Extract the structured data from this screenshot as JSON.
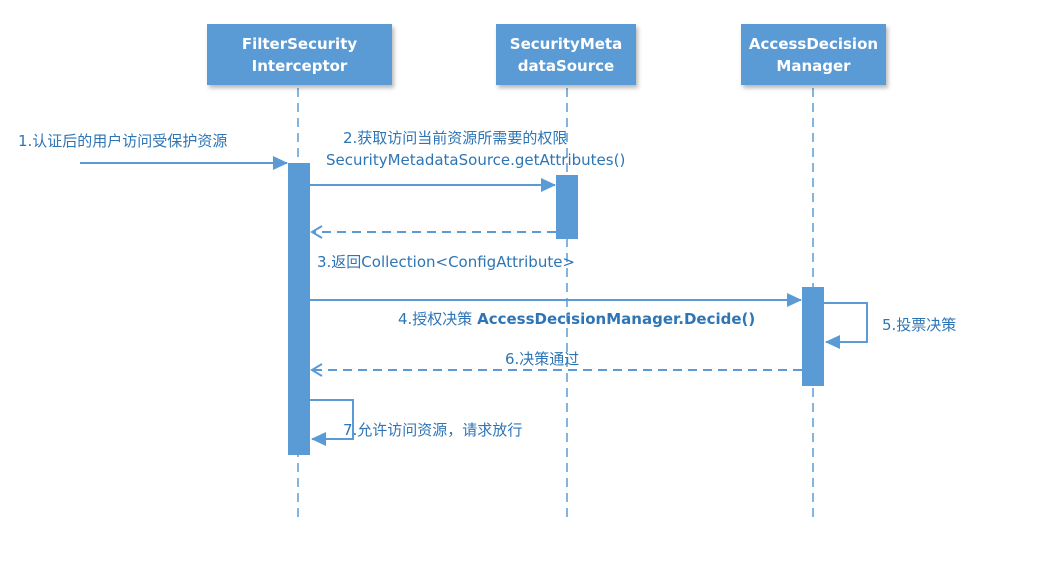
{
  "participants": [
    {
      "line1": "FilterSecurity",
      "line2": "Interceptor"
    },
    {
      "line1": "SecurityMeta",
      "line2": "dataSource"
    },
    {
      "line1": "AccessDecision",
      "line2": "Manager"
    }
  ],
  "messages": {
    "m1": "1.认证后的用户访问受保护资源",
    "m2_line1": "2.获取访问当前资源所需要的权限",
    "m2_line2": "SecurityMetadataSource.getAttributes()",
    "m3": "3.返回Collection<ConfigAttribute>",
    "m4_prefix": "4.授权决策 ",
    "m4_call": "AccessDecisionManager.Decide()",
    "m5": "5.投票决策",
    "m6": "6.决策通过",
    "m7": "7.允许访问资源，请求放行"
  },
  "colors": {
    "participant_fill": "#5B9BD5",
    "line": "#5B9BD5",
    "text": "#2E75B6"
  }
}
